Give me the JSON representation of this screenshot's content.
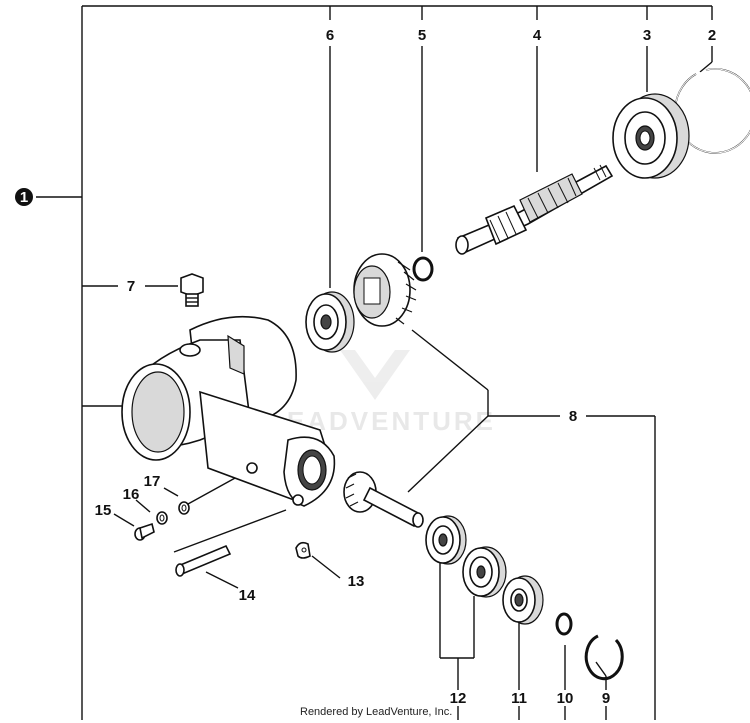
{
  "diagram": {
    "callouts": [
      {
        "id": "1",
        "label": "1"
      },
      {
        "id": "2",
        "label": "2"
      },
      {
        "id": "3",
        "label": "3"
      },
      {
        "id": "4",
        "label": "4"
      },
      {
        "id": "5",
        "label": "5"
      },
      {
        "id": "6",
        "label": "6"
      },
      {
        "id": "7",
        "label": "7"
      },
      {
        "id": "8",
        "label": "8"
      },
      {
        "id": "9",
        "label": "9"
      },
      {
        "id": "10",
        "label": "10"
      },
      {
        "id": "11",
        "label": "11"
      },
      {
        "id": "12",
        "label": "12"
      },
      {
        "id": "13",
        "label": "13"
      },
      {
        "id": "14",
        "label": "14"
      },
      {
        "id": "15",
        "label": "15"
      },
      {
        "id": "16",
        "label": "16"
      },
      {
        "id": "17",
        "label": "17"
      }
    ],
    "watermark": "LEADVENTURE",
    "credit": "Rendered by LeadVenture, Inc."
  }
}
